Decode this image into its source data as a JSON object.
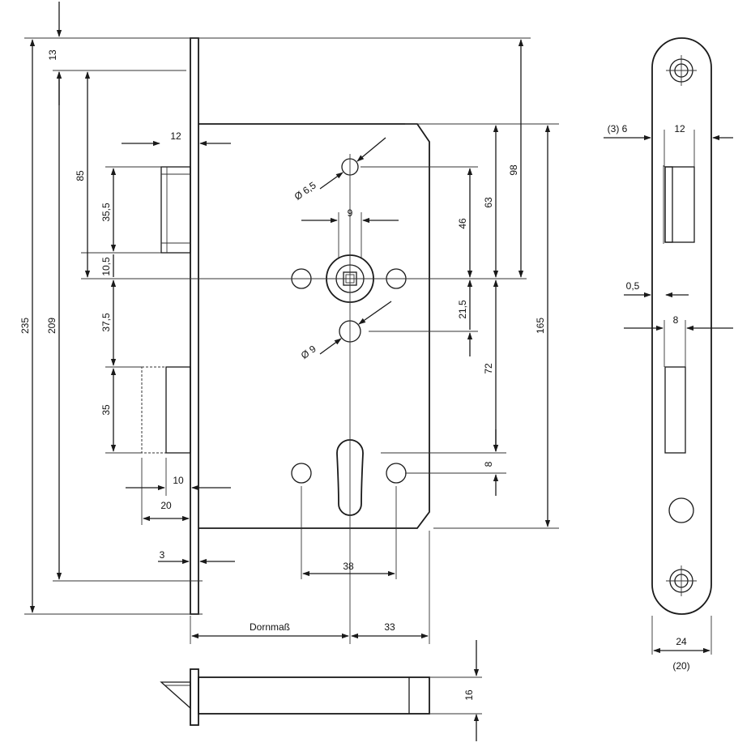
{
  "dimensions": {
    "d13": "13",
    "d235": "235",
    "d209": "209",
    "d85": "85",
    "d35_5": "35,5",
    "d10_5": "10,5",
    "d37_5": "37,5",
    "d35": "35",
    "d12_top": "12",
    "d10": "10",
    "d20": "20",
    "d3": "3",
    "d6_5": "Ø 6,5",
    "d9_top": "9",
    "d9_dia": "Ø 9",
    "d46": "46",
    "d63": "63",
    "d98": "98",
    "d21_5": "21,5",
    "d72": "72",
    "d165": "165",
    "d8_right": "8",
    "d38": "38",
    "dornmass": "Dornmaß",
    "d33": "33",
    "d16": "16"
  },
  "faceplate": {
    "d3_6": "(3) 6",
    "d12": "12",
    "d0_5": "0,5",
    "d8": "8",
    "d24": "24",
    "d20": "(20)"
  }
}
